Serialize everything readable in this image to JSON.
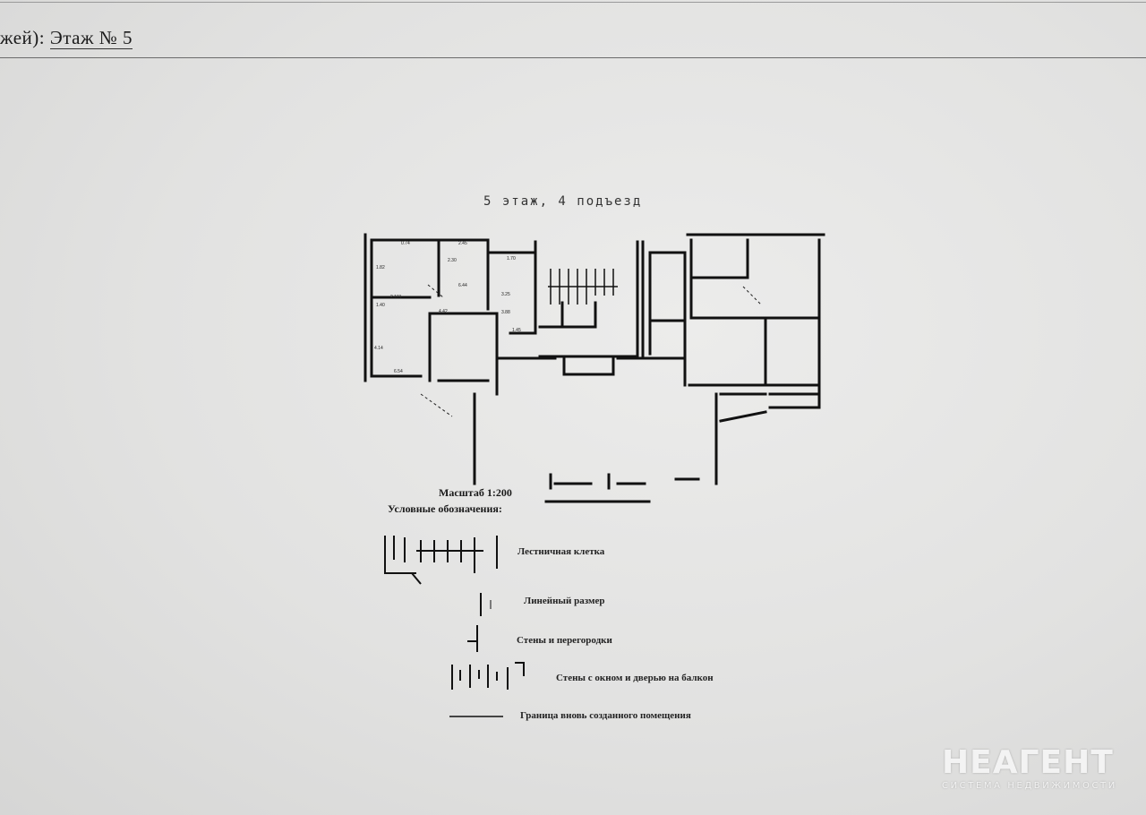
{
  "header": {
    "prefix": "жей): ",
    "floor": "Этаж № 5"
  },
  "plan": {
    "title": "5   этаж, 4   подъезд",
    "scale": "Масштаб 1:200",
    "dims": [
      "0.74",
      "2.45",
      "1.70",
      "2.30",
      "1.82",
      "2.101",
      "6.44",
      "4.42",
      "1.45",
      "4.14",
      "6.54",
      "3.25",
      "3.88",
      "1.40"
    ]
  },
  "legend": {
    "title": "Условные обозначения:",
    "items": [
      {
        "label": "Лестничная клетка"
      },
      {
        "label": "Линейный размер"
      },
      {
        "label": "Стены и перегородки"
      },
      {
        "label": "Стены с окном и дверью на балкон"
      },
      {
        "label": "Граница вновь созданного помещения"
      }
    ]
  },
  "logo": {
    "main": "НЕАГЕНТ",
    "sub": "СИСТЕМА НЕДВИЖИМОСТИ"
  }
}
